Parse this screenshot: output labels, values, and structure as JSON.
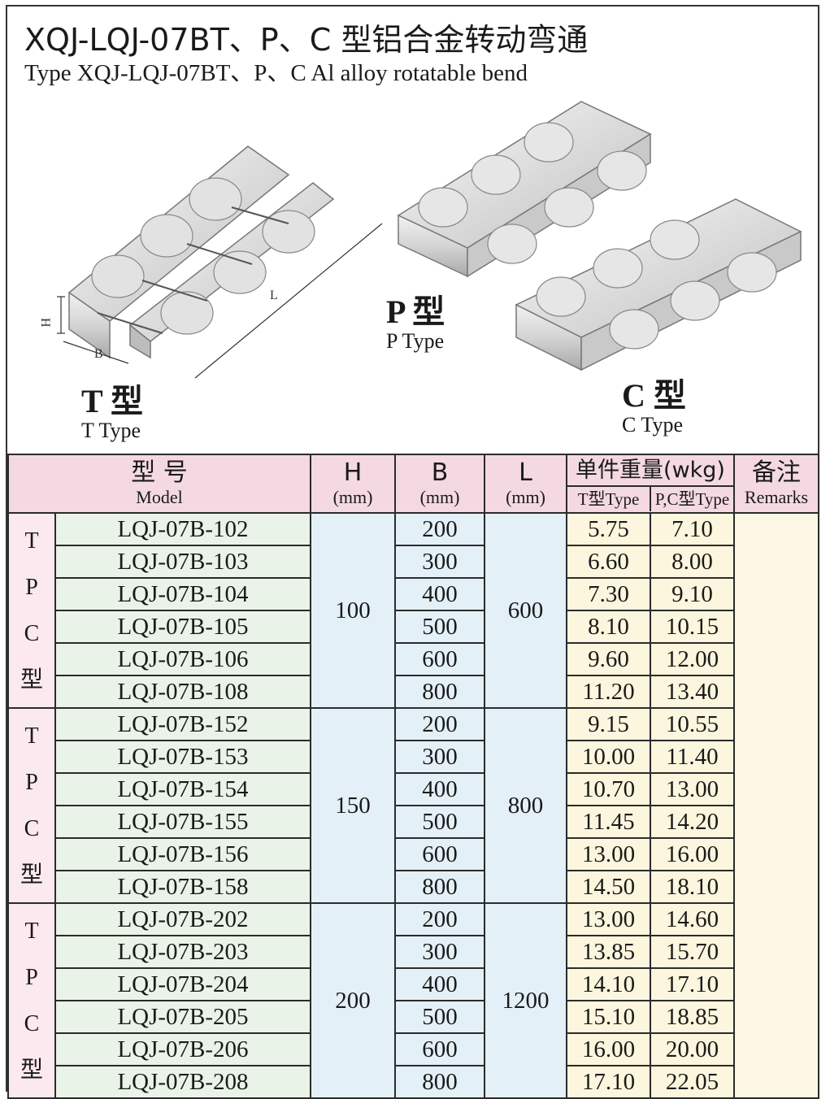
{
  "title": {
    "zh": "XQJ-LQJ-07BT、P、C 型铝合金转动弯通",
    "en": "Type XQJ-LQJ-07BT、P、C  Al alloy rotatable bend"
  },
  "types": [
    {
      "zh": "T 型",
      "en": "T Type"
    },
    {
      "zh": "P 型",
      "en": "P Type"
    },
    {
      "zh": "C 型",
      "en": "C Type"
    }
  ],
  "dimension_labels": {
    "h": "H",
    "b": "B",
    "l": "L"
  },
  "table": {
    "headers": {
      "model_zh": "型  号",
      "model_en": "Model",
      "h": "H",
      "b": "B",
      "l": "L",
      "unit": "(mm)",
      "weight_zh": "单件重量(wkg)",
      "weight_t": "T型Type",
      "weight_pc": "P,C型Type",
      "remarks_zh": "备注",
      "remarks_en": "Remarks"
    },
    "group_label": [
      "T",
      "P",
      "C",
      "型"
    ],
    "groups": [
      {
        "h": "100",
        "l": "600",
        "rows": [
          {
            "model": "LQJ-07B-102",
            "b": "200",
            "t": "5.75",
            "pc": "7.10"
          },
          {
            "model": "LQJ-07B-103",
            "b": "300",
            "t": "6.60",
            "pc": "8.00"
          },
          {
            "model": "LQJ-07B-104",
            "b": "400",
            "t": "7.30",
            "pc": "9.10"
          },
          {
            "model": "LQJ-07B-105",
            "b": "500",
            "t": "8.10",
            "pc": "10.15"
          },
          {
            "model": "LQJ-07B-106",
            "b": "600",
            "t": "9.60",
            "pc": "12.00"
          },
          {
            "model": "LQJ-07B-108",
            "b": "800",
            "t": "11.20",
            "pc": "13.40"
          }
        ]
      },
      {
        "h": "150",
        "l": "800",
        "rows": [
          {
            "model": "LQJ-07B-152",
            "b": "200",
            "t": "9.15",
            "pc": "10.55"
          },
          {
            "model": "LQJ-07B-153",
            "b": "300",
            "t": "10.00",
            "pc": "11.40"
          },
          {
            "model": "LQJ-07B-154",
            "b": "400",
            "t": "10.70",
            "pc": "13.00"
          },
          {
            "model": "LQJ-07B-155",
            "b": "500",
            "t": "11.45",
            "pc": "14.20"
          },
          {
            "model": "LQJ-07B-156",
            "b": "600",
            "t": "13.00",
            "pc": "16.00"
          },
          {
            "model": "LQJ-07B-158",
            "b": "800",
            "t": "14.50",
            "pc": "18.10"
          }
        ]
      },
      {
        "h": "200",
        "l": "1200",
        "rows": [
          {
            "model": "LQJ-07B-202",
            "b": "200",
            "t": "13.00",
            "pc": "14.60"
          },
          {
            "model": "LQJ-07B-203",
            "b": "300",
            "t": "13.85",
            "pc": "15.70"
          },
          {
            "model": "LQJ-07B-204",
            "b": "400",
            "t": "14.10",
            "pc": "17.10"
          },
          {
            "model": "LQJ-07B-205",
            "b": "500",
            "t": "15.10",
            "pc": "18.85"
          },
          {
            "model": "LQJ-07B-206",
            "b": "600",
            "t": "16.00",
            "pc": "20.00"
          },
          {
            "model": "LQJ-07B-208",
            "b": "800",
            "t": "17.10",
            "pc": "22.05"
          }
        ]
      }
    ]
  }
}
